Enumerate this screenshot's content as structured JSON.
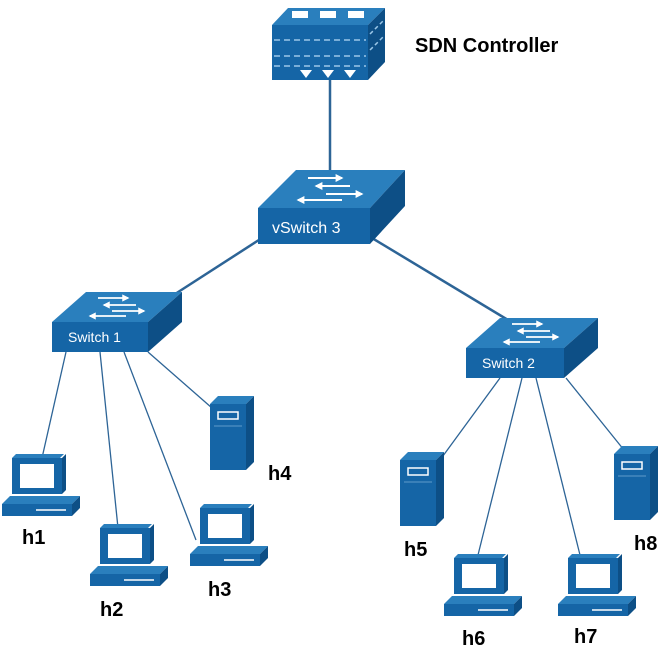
{
  "colors": {
    "device_front": "#1565a6",
    "device_top": "#2a7fbd",
    "device_side": "#0d4f86",
    "link": "#2d6496",
    "screen": "#ffffff"
  },
  "controller": {
    "label": "SDN Controller",
    "icon": "controller-icon"
  },
  "vswitch": {
    "label": "vSwitch 3",
    "icon": "switch-icon"
  },
  "switches": [
    {
      "id": "s1",
      "label": "Switch 1",
      "icon": "switch-icon"
    },
    {
      "id": "s2",
      "label": "Switch 2",
      "icon": "switch-icon"
    }
  ],
  "hosts": [
    {
      "id": "h1",
      "label": "h1",
      "type": "workstation-icon"
    },
    {
      "id": "h2",
      "label": "h2",
      "type": "workstation-icon"
    },
    {
      "id": "h3",
      "label": "h3",
      "type": "workstation-icon"
    },
    {
      "id": "h4",
      "label": "h4",
      "type": "server-icon"
    },
    {
      "id": "h5",
      "label": "h5",
      "type": "server-icon"
    },
    {
      "id": "h6",
      "label": "h6",
      "type": "workstation-icon"
    },
    {
      "id": "h7",
      "label": "h7",
      "type": "workstation-icon"
    },
    {
      "id": "h8",
      "label": "h8",
      "type": "server-icon"
    }
  ],
  "links": [
    [
      "controller",
      "vswitch"
    ],
    [
      "vswitch",
      "s1"
    ],
    [
      "vswitch",
      "s2"
    ],
    [
      "s1",
      "h1"
    ],
    [
      "s1",
      "h2"
    ],
    [
      "s1",
      "h3"
    ],
    [
      "s1",
      "h4"
    ],
    [
      "s2",
      "h5"
    ],
    [
      "s2",
      "h6"
    ],
    [
      "s2",
      "h7"
    ],
    [
      "s2",
      "h8"
    ]
  ]
}
